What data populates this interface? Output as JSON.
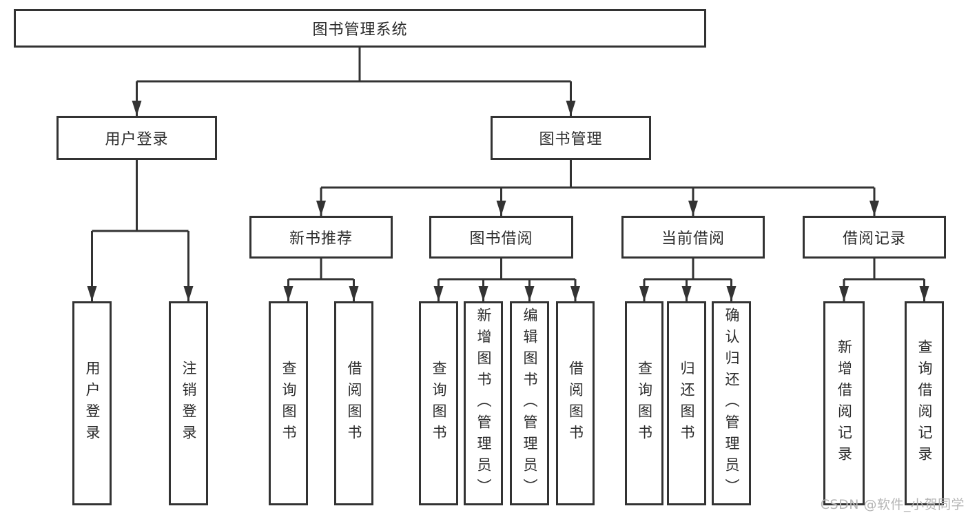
{
  "diagram": {
    "root": {
      "label": "图书管理系统"
    },
    "user_branch": {
      "label": "用户登录",
      "children": [
        {
          "label": "用户登录"
        },
        {
          "label": "注销登录"
        }
      ]
    },
    "book_branch": {
      "label": "图书管理",
      "groups": [
        {
          "label": "新书推荐",
          "children": [
            {
              "label": "查询图书"
            },
            {
              "label": "借阅图书"
            }
          ]
        },
        {
          "label": "图书借阅",
          "children": [
            {
              "label": "查询图书"
            },
            {
              "label": "新增图书（管理员）"
            },
            {
              "label": "编辑图书（管理员）"
            },
            {
              "label": "借阅图书"
            }
          ]
        },
        {
          "label": "当前借阅",
          "children": [
            {
              "label": "查询图书"
            },
            {
              "label": "归还图书"
            },
            {
              "label": "确认归还（管理员）"
            }
          ]
        },
        {
          "label": "借阅记录",
          "children": [
            {
              "label": "新增借阅记录"
            },
            {
              "label": "查询借阅记录"
            }
          ]
        }
      ]
    },
    "colors": {
      "line": "#333333",
      "box_border": "#333333",
      "text": "#2b2b2b",
      "watermark": "#b5b5b5"
    }
  },
  "watermark": {
    "text": "CSDN @软件_小贺同学"
  }
}
